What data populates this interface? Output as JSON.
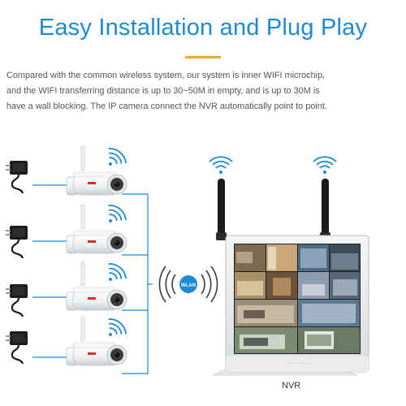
{
  "header": {
    "title": "Easy Installation and Plug Play"
  },
  "description": {
    "lines": [
      "Compared with the common wireless system, our system is inner WIFI microchip,",
      "and the WIFI transferring distance is up to 30~50M in empty, and is up to 30M is",
      "have a wall blocking. The IP camera connect the NVR automatically point to point."
    ]
  },
  "device": {
    "nvr_label": "NVR",
    "wifi_badge": "WLAN"
  },
  "colors": {
    "title": "#1e8ad6",
    "accent": "#f5a623",
    "wifi": "#1e8ad6",
    "wire": "#1e8ad6"
  }
}
